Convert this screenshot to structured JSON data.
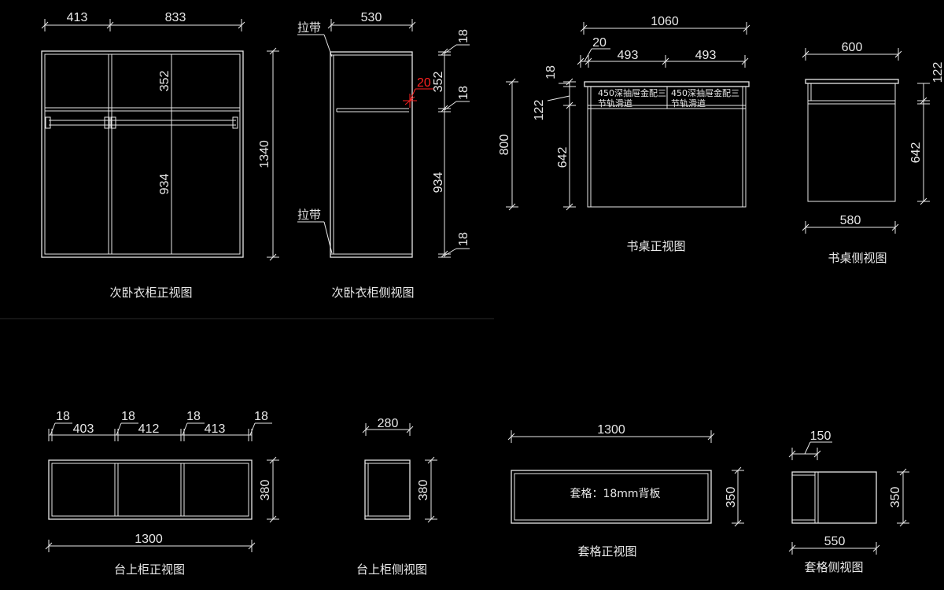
{
  "wardrobe_front": {
    "title": "次卧衣柜正视图",
    "dims": {
      "w1": "413",
      "w2": "833",
      "h_top": "352",
      "h_mid": "934",
      "h_total": "1340"
    }
  },
  "wardrobe_side": {
    "title": "次卧衣柜侧视图",
    "strap_top": "拉带",
    "strap_bottom": "拉带",
    "dims": {
      "depth": "530",
      "t_top": "18",
      "h_top": "352",
      "t_mid": "18",
      "h_mid": "934",
      "t_bot": "18",
      "red_mark": "20"
    }
  },
  "desk_front": {
    "title": "书桌正视图",
    "drawer_note_1a": "450深抽屉金配三",
    "drawer_note_1b": "节轨滑道",
    "drawer_note_2a": "450深抽屉金配三",
    "drawer_note_2b": "节轨滑道",
    "dims": {
      "total": "1060",
      "gap": "20",
      "d1": "493",
      "d2": "493",
      "top": "18",
      "drawer": "122",
      "body": "642",
      "height": "800"
    }
  },
  "desk_side": {
    "title": "书桌侧视图",
    "dims": {
      "top_depth": "600",
      "bottom_depth": "580",
      "drawer": "122",
      "body": "642"
    }
  },
  "upper_cabinet_front": {
    "title": "台上柜正视图",
    "dims": {
      "t1": "18",
      "w1": "403",
      "t2": "18",
      "w2": "412",
      "t3": "18",
      "w3": "413",
      "t4": "18",
      "height": "380",
      "total": "1300"
    }
  },
  "upper_cabinet_side": {
    "title": "台上柜侧视图",
    "dims": {
      "depth": "280",
      "height": "380"
    }
  },
  "shelf_front": {
    "title": "套格正视图",
    "note": "套格：18mm背板",
    "dims": {
      "width": "1300",
      "height": "350"
    }
  },
  "shelf_side": {
    "title": "套格侧视图",
    "dims": {
      "top": "150",
      "height": "350",
      "bottom": "550"
    }
  }
}
